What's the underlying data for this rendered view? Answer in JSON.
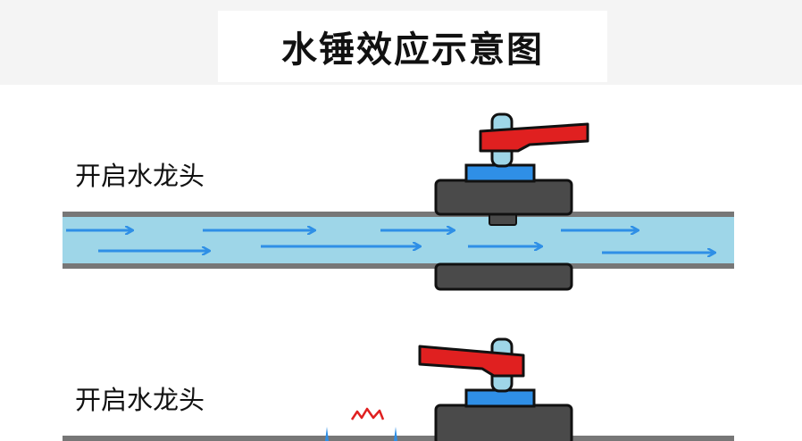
{
  "title": "水锤效应示意图",
  "scenes": [
    {
      "label": "开启水龙头"
    },
    {
      "label": "开启水龙头"
    }
  ],
  "colors": {
    "water": "#9ed6e8",
    "pipe_wall": "#777777",
    "flow_arrow": "#2f8fe6",
    "valve_body": "#4a4a4a",
    "valve_seat": "#2f8fe6",
    "valve_stem": "#9ed6e8",
    "handle": "#e02020",
    "impact_mark": "#e02020",
    "background": "#f4f4f4"
  }
}
